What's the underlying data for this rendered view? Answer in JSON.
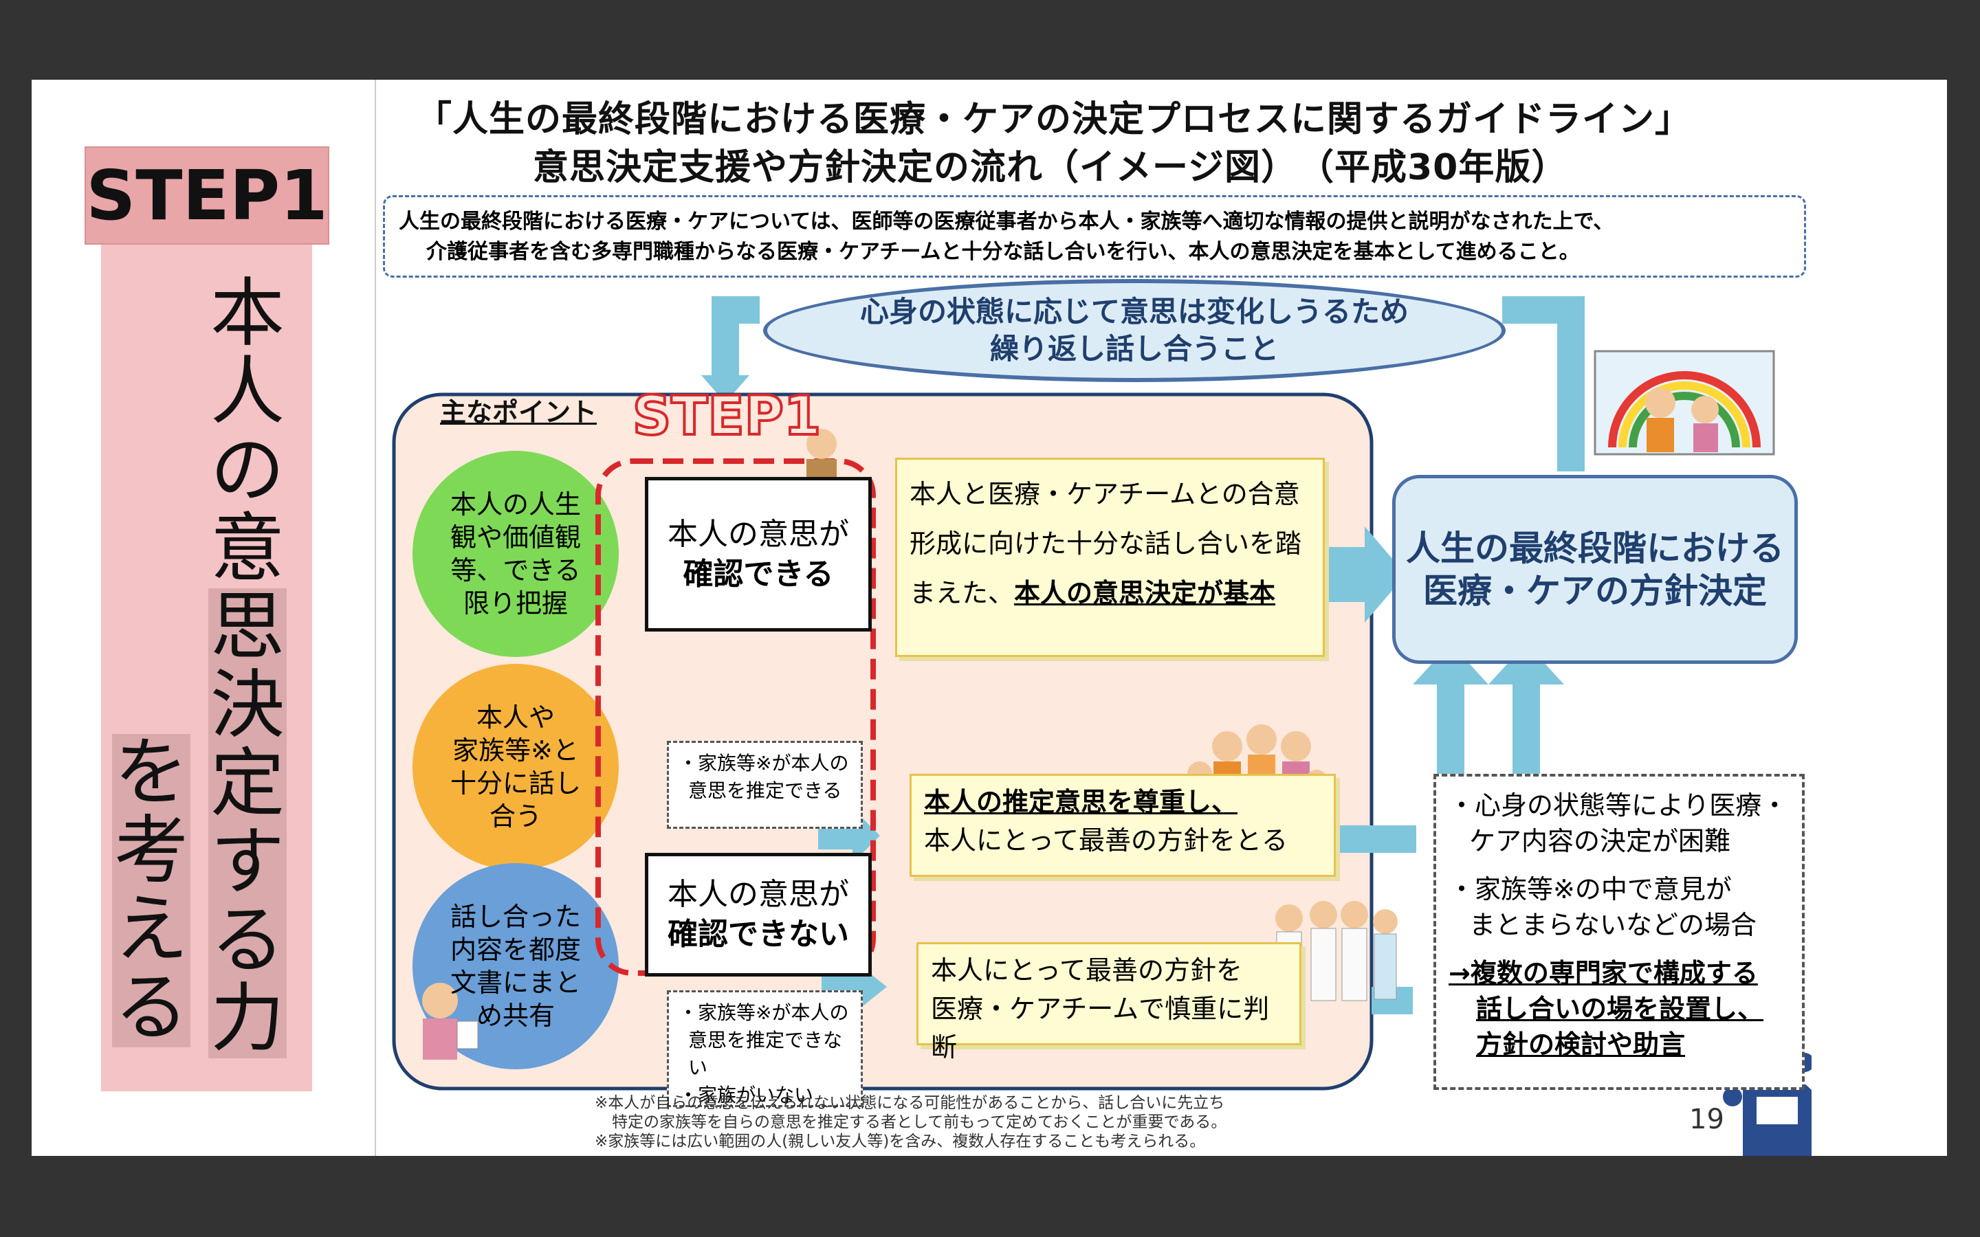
{
  "left": {
    "step_label": "STEP1",
    "vertical_col1": "本人の意思決定する力",
    "vertical_col2": "を考える"
  },
  "diagram": {
    "title_line1": "「人生の最終段階における医療・ケアの決定プロセスに関するガイドライン」",
    "title_line2": "意思決定支援や方針決定の流れ（イメージ図）　（平成30年版）",
    "intro_line1": "人生の最終段階における医療・ケアについては、医師等の医療従事者から本人・家族等へ適切な情報の提供と説明がなされた上で、",
    "intro_line2": "介護従事者を含む多専門職種からなる医療・ケアチームと十分な話し合いを行い、本人の意思決定を基本として進めること。",
    "cycle_line1": "心身の状態に応じて意思は変化しうるため",
    "cycle_line2": "繰り返し話し合うこと",
    "main_points_label": "主なポイント",
    "step_overlay": "STEP1",
    "circle1": [
      "本人の人生",
      "観や価値観",
      "等、できる",
      "限り把握"
    ],
    "circle2": [
      "本人や",
      "家族等※と",
      "十分に話し",
      "合う"
    ],
    "circle3": [
      "話し合った",
      "内容を都度",
      "文書にまと",
      "め共有"
    ],
    "box_can_line1": "本人の意思が",
    "box_can_line2": "確認できる",
    "box_cannot_line1": "本人の意思が",
    "box_cannot_line2": "確認できない",
    "family_can_line1": "・家族等※が本人の",
    "family_can_line2": "意思を推定できる",
    "family_cannot_line1": "・家族等※が本人の",
    "family_cannot_line2": "意思を推定できない",
    "family_cannot_line3": "・家族がいない",
    "consensus_line1": "本人と医療・ケアチームとの合意",
    "consensus_line2": "形成に向けた十分な話し合いを踏",
    "consensus_line3_a": "まえた、",
    "consensus_line3_b": "本人の意思決定が基本",
    "presumed_line1": "本人の推定意思を尊重し、",
    "presumed_line2": "本人にとって最善の方針をとる",
    "best_line1": "本人にとって最善の方針を",
    "best_line2": "医療・ケアチームで慎重に判断",
    "result_line1": "人生の最終段階における",
    "result_line2": "医療・ケアの方針決定",
    "difficult_line1": "・心身の状態等により医療・",
    "difficult_line2": "ケア内容の決定が困難",
    "difficult_line3": "・家族等※の中で意見が",
    "difficult_line4": "まとまらないなどの場合",
    "expert_line1": "→複数の専門家で構成する",
    "expert_line2": "話し合いの場を設置し、",
    "expert_line3": "方針の検討や助言",
    "footnote1": "※本人が自らの意思を伝えられない状態になる可能性があることから、話し合いに先立ち",
    "footnote2": "特定の家族等を自らの意思を推定する者として前もって定めておくことが重要である。",
    "footnote3": "※家族等には広い範囲の人(親しい友人等)を含み、複数人存在することも考えられる。",
    "page_number": "19"
  },
  "colors": {
    "accent_pink": "#e8a6a8",
    "panel_pink": "#f4c3c5",
    "arrow_blue": "#7fc6dc",
    "frame_blue": "#4a6fa5",
    "step_red": "#d8282c"
  },
  "icons": [
    "elderly-man-icon",
    "elderly-couple-rainbow-icon",
    "family-group-icon",
    "medical-team-icon",
    "elderly-woman-icon",
    "meeting-group-icon"
  ]
}
